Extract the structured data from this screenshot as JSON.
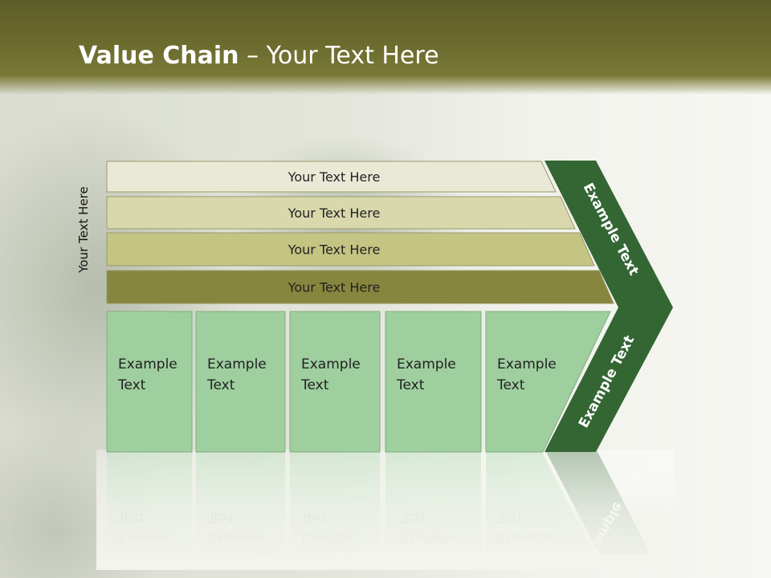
{
  "slide": {
    "title_bold": "Value Chain",
    "title_rest": " – Your Text Here"
  },
  "side_label": "Your Text Here",
  "rows": [
    {
      "label": "Your Text Here",
      "fill": "#e9e9d6"
    },
    {
      "label": "Your Text Here",
      "fill": "#d8d8ac"
    },
    {
      "label": "Your Text Here",
      "fill": "#c4c483"
    },
    {
      "label": "Your Text Here",
      "fill": "#86863e"
    }
  ],
  "columns": [
    {
      "line1": "Example",
      "line2": "Text"
    },
    {
      "line1": "Example",
      "line2": "Text"
    },
    {
      "line1": "Example",
      "line2": "Text"
    },
    {
      "line1": "Example",
      "line2": "Text"
    },
    {
      "line1": "Example",
      "line2": "Text"
    }
  ],
  "chevron": {
    "top_label": "Example Text",
    "bottom_label": "Example Text",
    "fill": "#336633"
  },
  "colors": {
    "column_fill": "#9fcf9f",
    "header": "#6b6b2e"
  }
}
